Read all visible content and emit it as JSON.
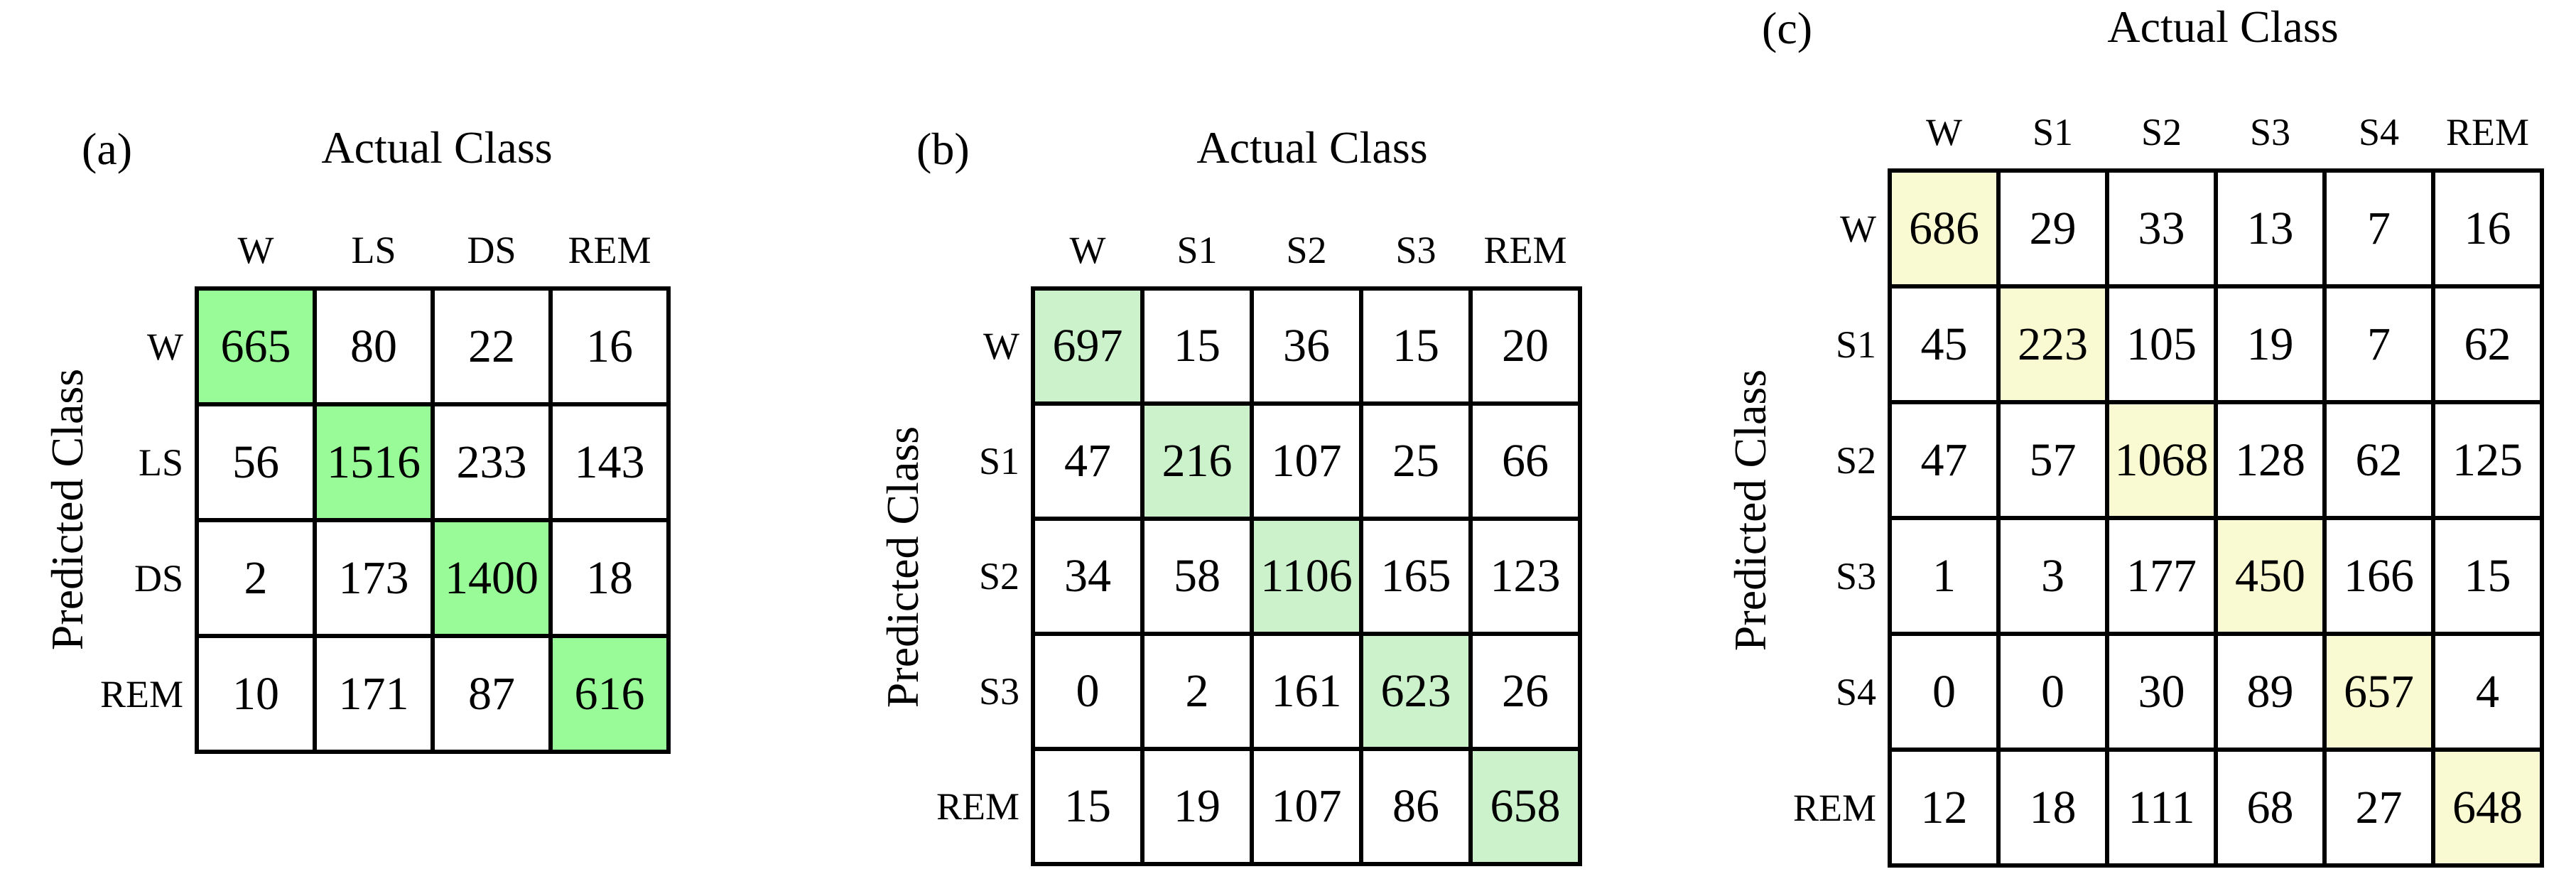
{
  "figure": {
    "background_color": "#ffffff",
    "border_color": "#000000"
  },
  "chart_data": [
    {
      "type": "heatmap",
      "panel_label": "(a)",
      "title": "Actual Class",
      "xlabel": "Actual Class",
      "ylabel": "Predicted Class",
      "categories": [
        "W",
        "LS",
        "DS",
        "REM"
      ],
      "rows": [
        {
          "label": "W",
          "values": [
            665,
            80,
            22,
            16
          ]
        },
        {
          "label": "LS",
          "values": [
            56,
            1516,
            233,
            143
          ]
        },
        {
          "label": "DS",
          "values": [
            2,
            173,
            1400,
            18
          ]
        },
        {
          "label": "REM",
          "values": [
            10,
            171,
            87,
            616
          ]
        }
      ],
      "highlight": "diagonal",
      "diagonal_color": "#98fb98"
    },
    {
      "type": "heatmap",
      "panel_label": "(b)",
      "title": "Actual Class",
      "xlabel": "Actual Class",
      "ylabel": "Predicted Class",
      "categories": [
        "W",
        "S1",
        "S2",
        "S3",
        "REM"
      ],
      "rows": [
        {
          "label": "W",
          "values": [
            697,
            15,
            36,
            15,
            20
          ]
        },
        {
          "label": "S1",
          "values": [
            47,
            216,
            107,
            25,
            66
          ]
        },
        {
          "label": "S2",
          "values": [
            34,
            58,
            1106,
            165,
            123
          ]
        },
        {
          "label": "S3",
          "values": [
            0,
            2,
            161,
            623,
            26
          ]
        },
        {
          "label": "REM",
          "values": [
            15,
            19,
            107,
            86,
            658
          ]
        }
      ],
      "highlight": "diagonal",
      "diagonal_color": "#ccf2cc"
    },
    {
      "type": "heatmap",
      "panel_label": "(c)",
      "title": "Actual Class",
      "xlabel": "Actual Class",
      "ylabel": "Predicted Class",
      "categories": [
        "W",
        "S1",
        "S2",
        "S3",
        "S4",
        "REM"
      ],
      "rows": [
        {
          "label": "W",
          "values": [
            686,
            29,
            33,
            13,
            7,
            16
          ]
        },
        {
          "label": "S1",
          "values": [
            45,
            223,
            105,
            19,
            7,
            62
          ]
        },
        {
          "label": "S2",
          "values": [
            47,
            57,
            1068,
            128,
            62,
            125
          ]
        },
        {
          "label": "S3",
          "values": [
            1,
            3,
            177,
            450,
            166,
            15
          ]
        },
        {
          "label": "S4",
          "values": [
            0,
            0,
            30,
            89,
            657,
            4
          ]
        },
        {
          "label": "REM",
          "values": [
            12,
            18,
            111,
            68,
            27,
            648
          ]
        }
      ],
      "highlight": "diagonal",
      "diagonal_color": "#fafad2"
    }
  ]
}
